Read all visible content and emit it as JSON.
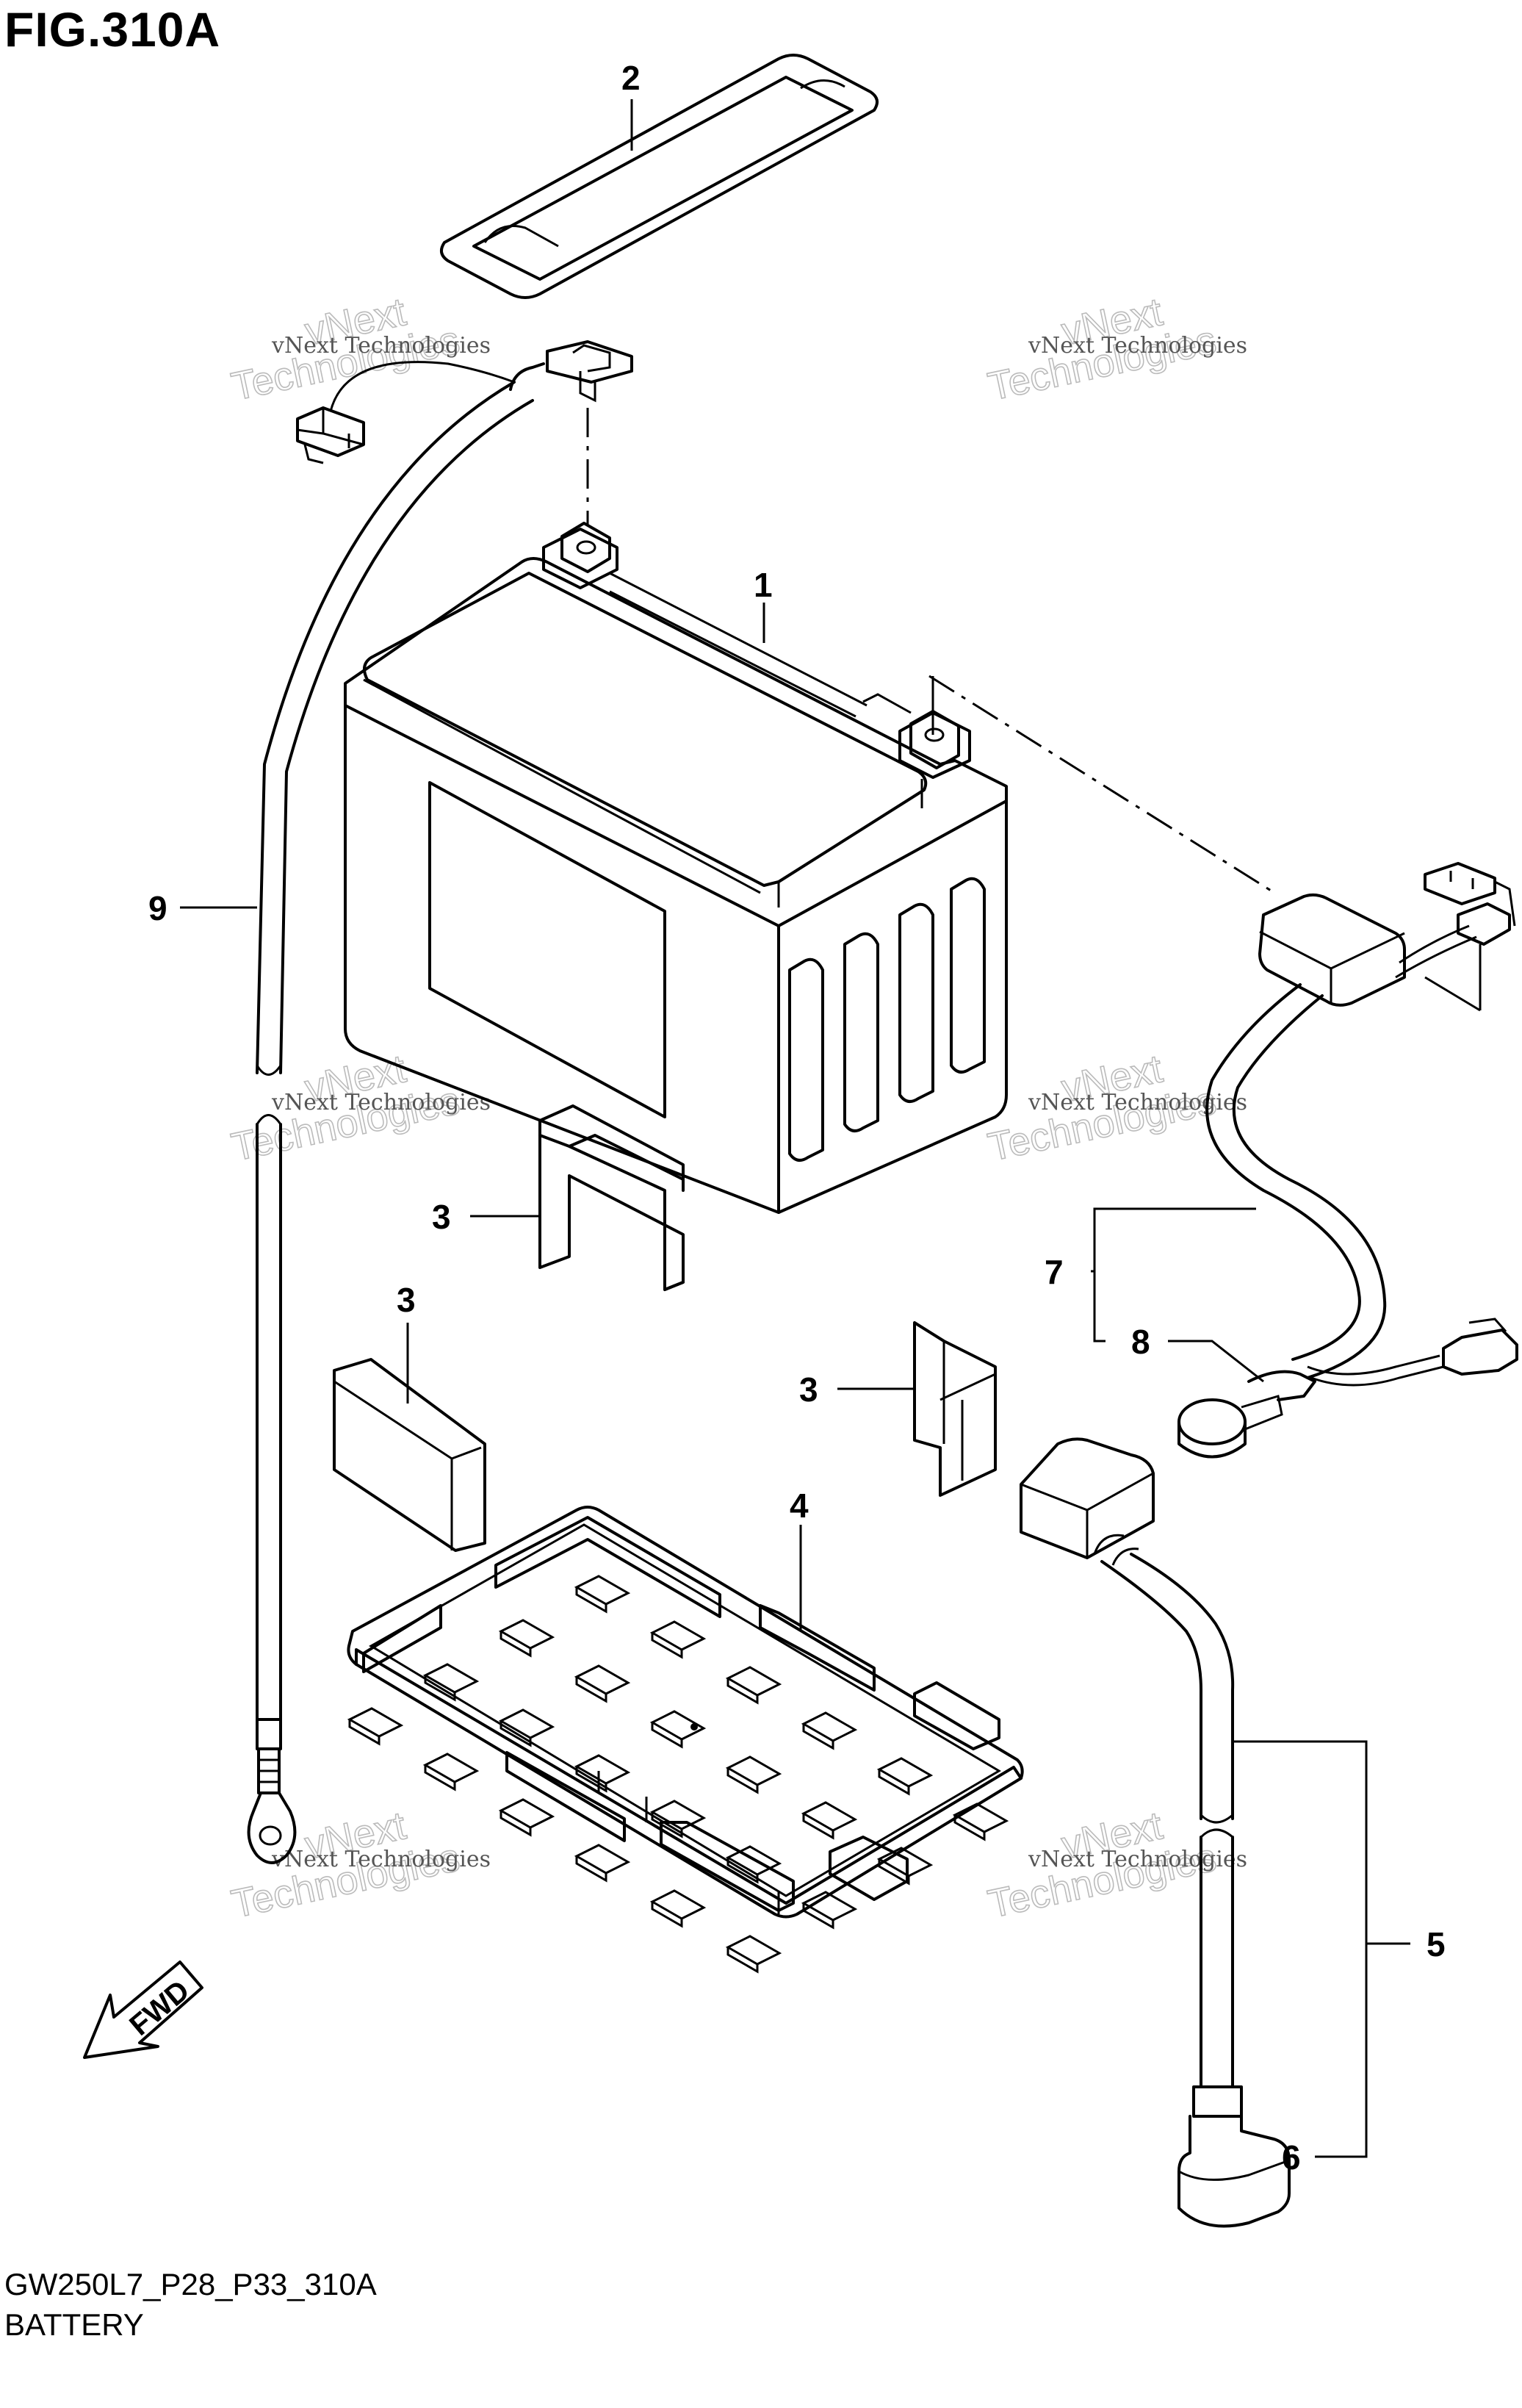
{
  "figure": {
    "title": "FIG.310A",
    "drawing_code": "GW250L7_P28_P33_310A",
    "name": "BATTERY"
  },
  "callouts": [
    "1",
    "2",
    "3",
    "3",
    "3",
    "4",
    "5",
    "6",
    "7",
    "8",
    "9"
  ],
  "direction_arrow": {
    "label": "FWD",
    "icon": "fwd-arrow-icon"
  },
  "watermark": {
    "line1": "vNext Technologies",
    "line2": "vNext",
    "line3": "Technologies"
  }
}
